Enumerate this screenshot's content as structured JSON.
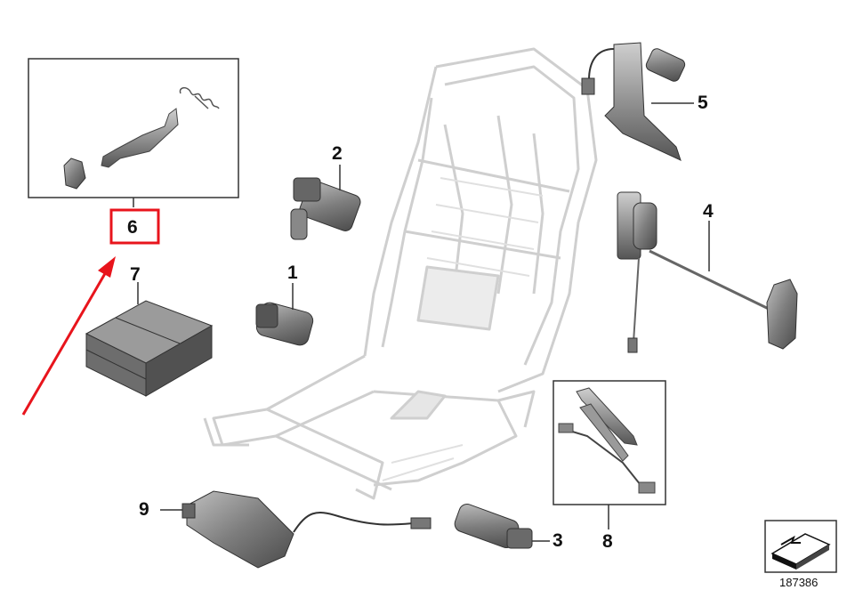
{
  "diagram": {
    "parts": [
      {
        "id": "1",
        "label": "1"
      },
      {
        "id": "2",
        "label": "2"
      },
      {
        "id": "3",
        "label": "3"
      },
      {
        "id": "4",
        "label": "4"
      },
      {
        "id": "5",
        "label": "5"
      },
      {
        "id": "6",
        "label": "6",
        "highlighted": true
      },
      {
        "id": "7",
        "label": "7"
      },
      {
        "id": "8",
        "label": "8"
      },
      {
        "id": "9",
        "label": "9"
      }
    ],
    "reference_number": "187386",
    "highlight_color": "#e8141c",
    "arrow_color": "#e8141c"
  }
}
